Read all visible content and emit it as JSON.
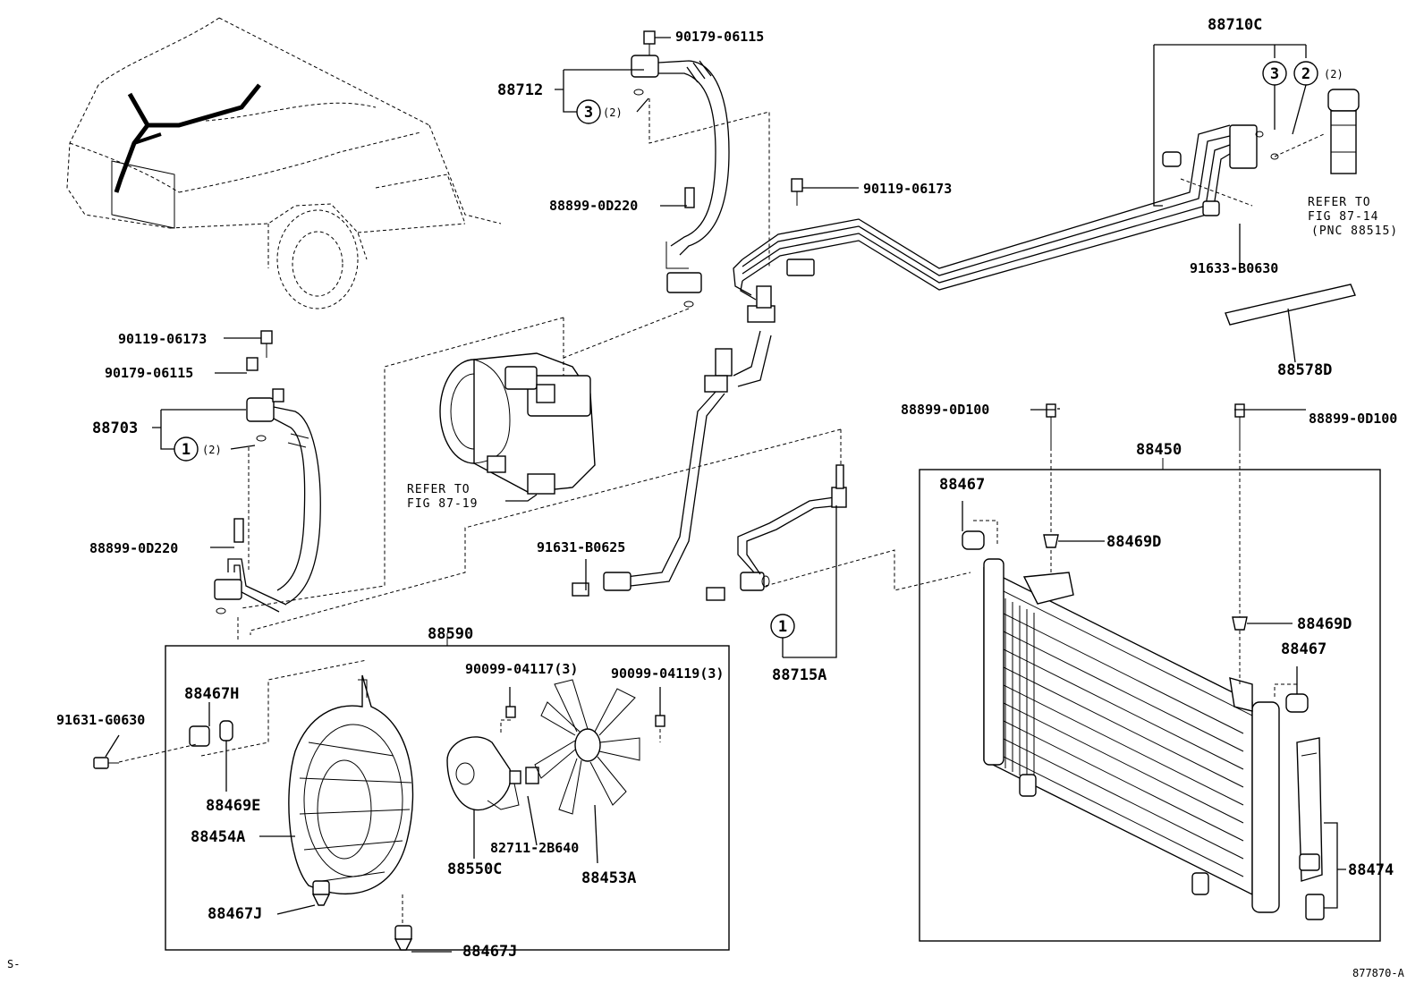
{
  "labels": {
    "p88710C": "88710C",
    "p88712": "88712",
    "p90179_06115_top": "90179-06115",
    "qty3_2_top": "(2)",
    "p88899_0D220_top": "88899-0D220",
    "p90119_06173_mid": "90119-06173",
    "qty2_2": "(2)",
    "refer_87_14_a": "REFER TO",
    "refer_87_14_b": "FIG 87-14",
    "refer_87_14_c": "(PNC 88515)",
    "p91633_B0630": "91633-B0630",
    "p88578D": "88578D",
    "p90119_06173_left": "90119-06173",
    "p90179_06115_left": "90179-06115",
    "p88703": "88703",
    "qty1_2": "(2)",
    "p88899_0D220_left": "88899-0D220",
    "refer_87_19_a": "REFER TO",
    "refer_87_19_b": "FIG 87-19",
    "p91631_B0625": "91631-B0625",
    "p88715A": "88715A",
    "p88899_0D100_a": "88899-0D100",
    "p88899_0D100_b": "88899-0D100",
    "p88450": "88450",
    "p88467_a": "88467",
    "p88469D_a": "88469D",
    "p88469D_b": "88469D",
    "p88467_b": "88467",
    "p88474": "88474",
    "p88590": "88590",
    "p88467H": "88467H",
    "p91631_G0630": "91631-G0630",
    "p90099_04117": "90099-04117(3)",
    "p90099_04119": "90099-04119(3)",
    "p88469E": "88469E",
    "p88454A": "88454A",
    "p82711_2B640": "82711-2B640",
    "p88550C": "88550C",
    "p88453A": "88453A",
    "p88467J_a": "88467J",
    "p88467J_b": "88467J",
    "footer_left": "S-",
    "footer_right": "877870-A",
    "circle_1": "1",
    "circle_2": "2",
    "circle_3": "3"
  }
}
